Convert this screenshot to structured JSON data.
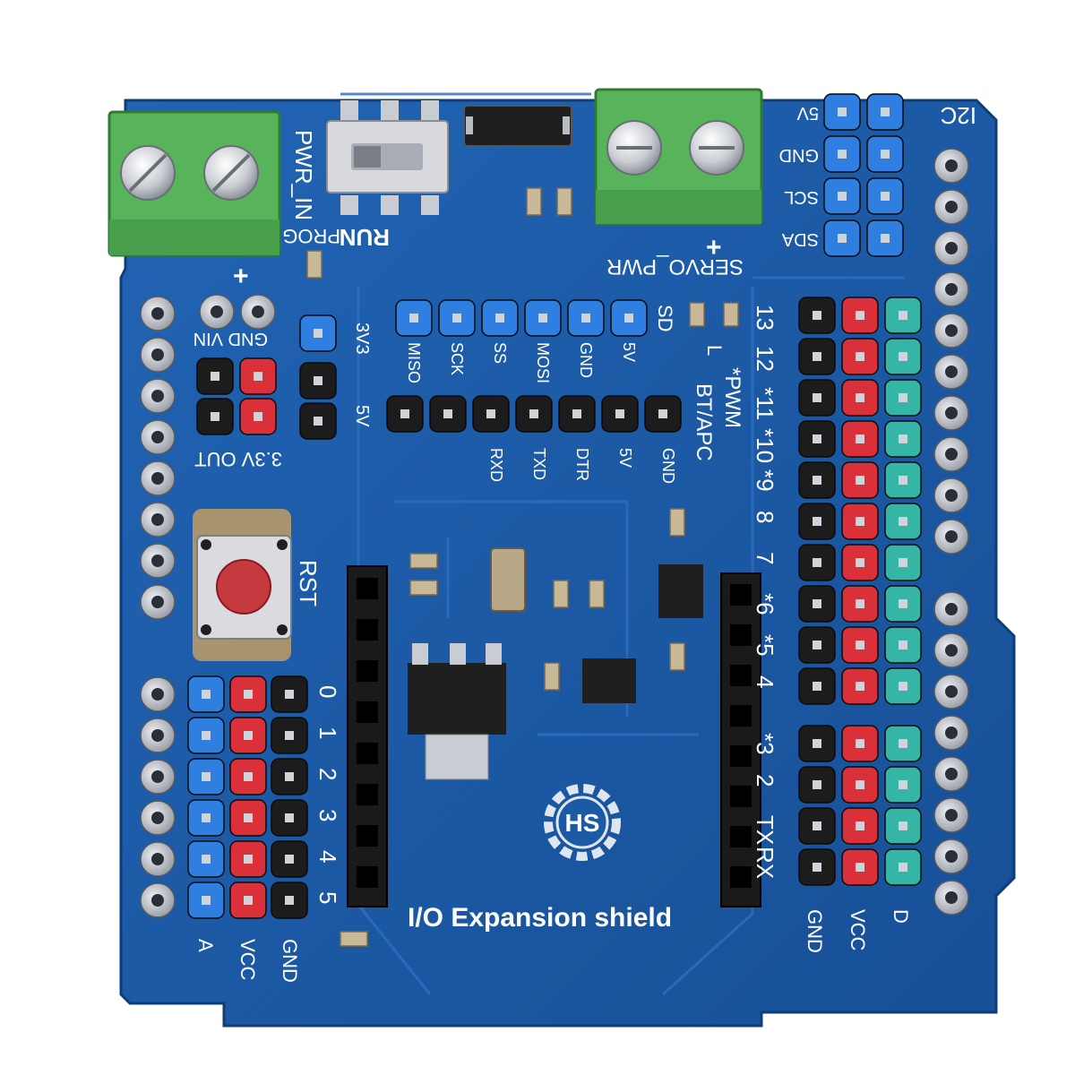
{
  "board": {
    "title": "I/O Expansion shield",
    "colors": {
      "pcb": "#1c5aa6",
      "pcb_dark": "#144a8c",
      "terminal": "#5cb85c",
      "header_blue": "#2f7fe0",
      "header_red": "#d9303a",
      "header_black": "#1c1c1c",
      "header_teal": "#34b5a5",
      "pad": "#b8bcc4"
    }
  },
  "labels": {
    "pwr_in": "PWR_IN",
    "servo_pwr": "SERVO_PWR",
    "run": "RUN",
    "prog": "PROG",
    "i2c": "I2C",
    "i2c_pins": [
      "5V",
      "GND",
      "SCL",
      "SDA"
    ],
    "sd": "SD",
    "sd_pins": [
      "MISO",
      "SCK",
      "SS",
      "MOSI",
      "GND",
      "5V"
    ],
    "bt_apc": "BT/APC",
    "bt_pins": [
      "RXD",
      "TXD",
      "DTR",
      "5V",
      "GND"
    ],
    "pwm": "*PWM",
    "v3v3": "3V3",
    "v5": "5V",
    "gnd_vin": "GND VIN",
    "out_3v3": "3.3V OUT",
    "rst": "RST",
    "l": "L",
    "plus": "+",
    "minus": "-",
    "digital_pins": [
      "13",
      "12",
      "*11",
      "*10",
      "*9",
      "8",
      "7",
      "*6",
      "*5",
      "4",
      "*3",
      "2",
      "TX",
      "RX"
    ],
    "analog_pins": [
      "0",
      "1",
      "2",
      "3",
      "4",
      "5"
    ],
    "analog_cols": [
      "A",
      "VCC",
      "GND"
    ],
    "digital_cols": [
      "GND",
      "VCC",
      "D"
    ],
    "logo": "HS"
  }
}
